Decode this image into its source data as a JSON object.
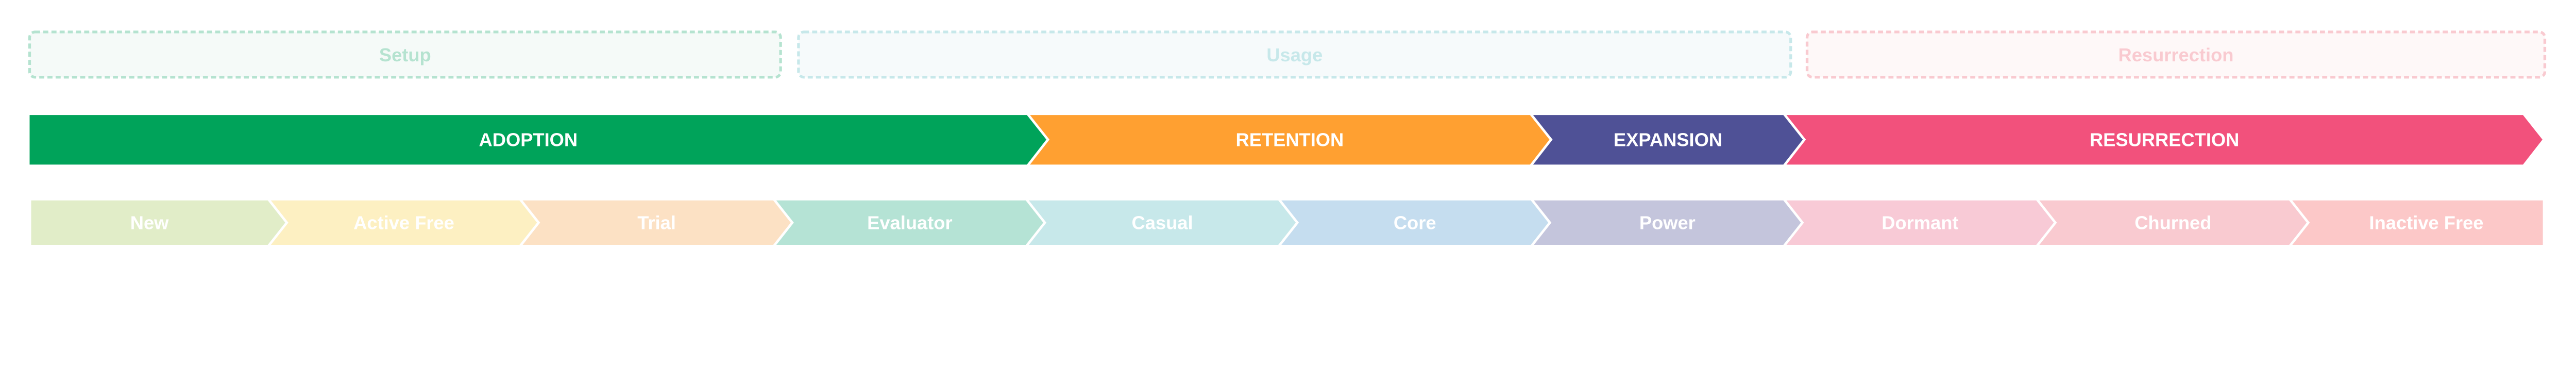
{
  "phases": [
    {
      "label": "Setup",
      "fill": "#F5FAF8",
      "border": "#B5E3D0",
      "text_color": "#B5E3D0"
    },
    {
      "label": "Usage",
      "fill": "#F6FAFB",
      "border": "#C7E8EA",
      "text_color": "#C7E8EA"
    },
    {
      "label": "Resurrection",
      "fill": "#FEF8F8",
      "border": "#F9CAD0",
      "text_color": "#F9CAD0"
    }
  ],
  "stages": [
    {
      "label": "ADOPTION",
      "color": "#00A35A"
    },
    {
      "label": "RETENTION",
      "color": "#FFA031"
    },
    {
      "label": "EXPANSION",
      "color": "#4F5196"
    },
    {
      "label": "RESURRECTION",
      "color": "#F2517C"
    }
  ],
  "states": [
    {
      "label": "New",
      "color": "#E1EDC8"
    },
    {
      "label": "Active Free",
      "color": "#FDF0C2"
    },
    {
      "label": "Trial",
      "color": "#FCE1C4"
    },
    {
      "label": "Evaluator",
      "color": "#B5E3D5"
    },
    {
      "label": "Casual",
      "color": "#C7E8EA"
    },
    {
      "label": "Core",
      "color": "#C5DDEF"
    },
    {
      "label": "Power",
      "color": "#C4C5DC"
    },
    {
      "label": "Dormant",
      "color": "#F8CAD6"
    },
    {
      "label": "Churned",
      "color": "#F9CAD0"
    },
    {
      "label": "Inactive Free",
      "color": "#FCC8C8"
    }
  ]
}
